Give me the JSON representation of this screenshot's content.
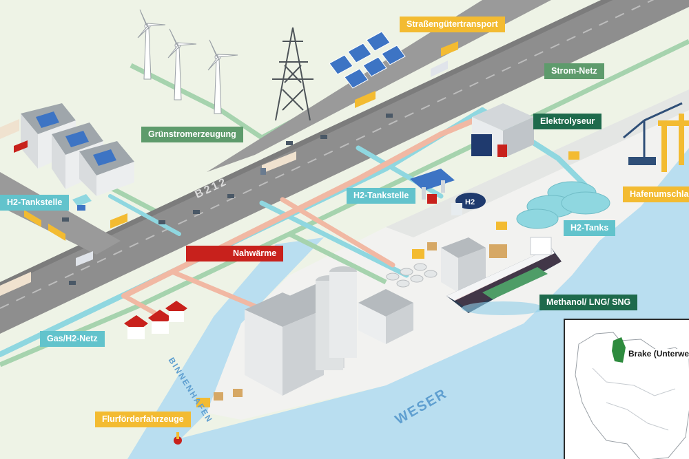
{
  "labels": {
    "strassengueter": "Straßengütertransport",
    "strom_netz": "Strom-Netz",
    "gruenstrom": "Grünstromerzeugung",
    "elektrolyseur": "Elektrolyseur",
    "h2_tankstelle_left": "H2-Tankstelle",
    "h2_tankstelle_mid": "H2-Tankstelle",
    "hafenumschlag": "Hafenumschlag",
    "h2_tanks": "H2-Tanks",
    "nahwaerme": "Nahwärme",
    "methanol": "Methanol/ LNG/ SNG",
    "gas_netz": "Gas/H2-Netz",
    "flurfoerder": "Flurförderfahrzeuge"
  },
  "road": {
    "name": "B212"
  },
  "water": {
    "binnenhafen": "BINNENHAFEN",
    "weser": "WESER"
  },
  "truck": {
    "h2_text": "H2"
  },
  "inset": {
    "place": "Brake (Unterweser)"
  },
  "colors": {
    "label_yellow": "#f3bb31",
    "label_green": "#5e9b6c",
    "label_teal": "#62c3cc",
    "label_red": "#c8211c",
    "label_dark_green": "#1e6a4c",
    "water": "#b9def0",
    "road": "#8e8e8e",
    "ground": "#eef3e6"
  }
}
